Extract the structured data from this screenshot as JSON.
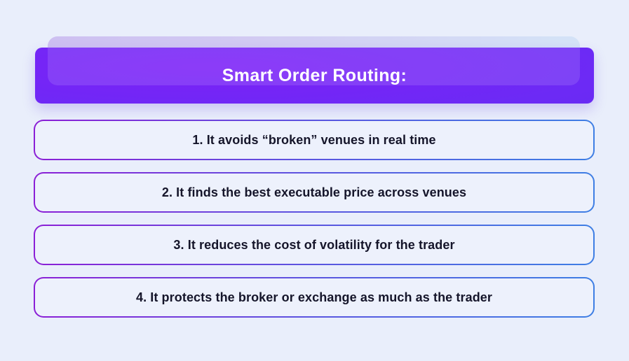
{
  "page": {
    "background_color": "#e9eefb"
  },
  "header": {
    "title": "Smart Order Routing:",
    "banner_color": "#6c2af5",
    "back_shape_gradient": [
      "#c7b7f0",
      "#cfe0f6"
    ],
    "text_color": "#ffffff"
  },
  "cards": {
    "border_gradient": [
      "#8b1fd6",
      "#3e7ee4"
    ],
    "fill_color": "#edf1fc",
    "text_color": "#15152a",
    "items": [
      {
        "label": "1. It avoids “broken” venues in real time"
      },
      {
        "label": "2. It finds the best executable price across venues"
      },
      {
        "label": "3. It reduces the cost of volatility for the trader"
      },
      {
        "label": "4. It protects the broker or exchange as much as the trader"
      }
    ]
  }
}
